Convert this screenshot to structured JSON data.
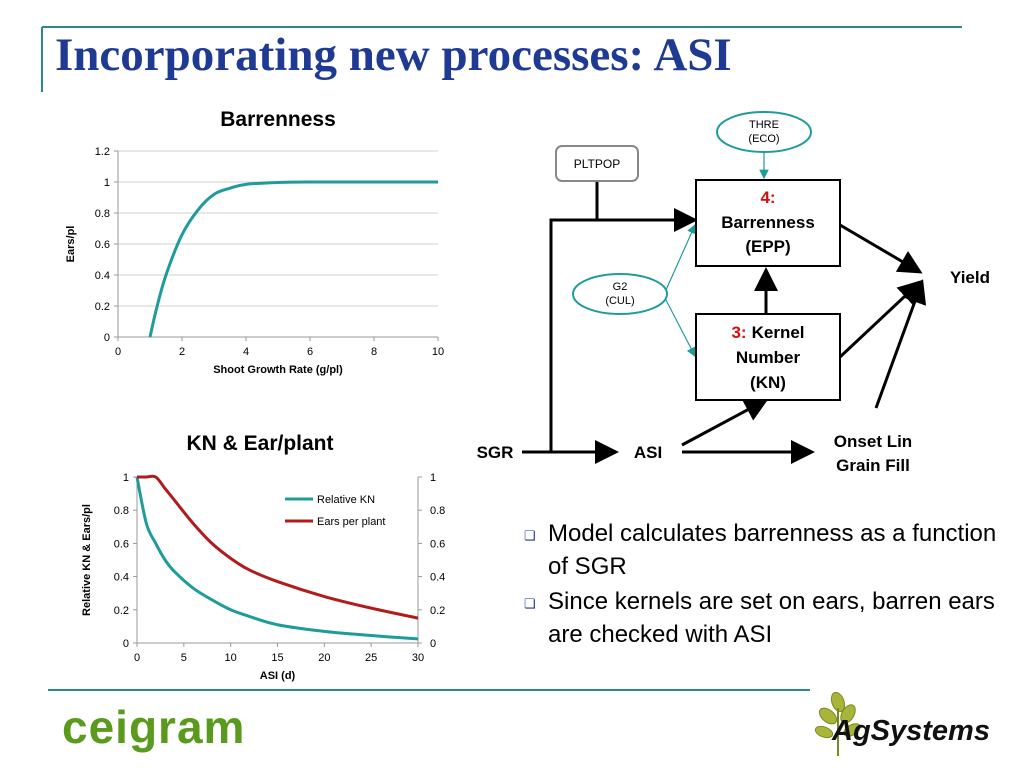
{
  "slide": {
    "title": "Incorporating new processes: ASI"
  },
  "chart_data": [
    {
      "type": "line",
      "title": "Barrenness",
      "xlabel": "Shoot Growth Rate (g/pl)",
      "ylabel": "Ears/pl",
      "xlim": [
        0,
        10
      ],
      "ylim": [
        0,
        1.2
      ],
      "x_ticks": [
        "0",
        "2",
        "4",
        "6",
        "8",
        "10"
      ],
      "y_ticks": [
        "0",
        "0.2",
        "0.4",
        "0.6",
        "0.8",
        "1",
        "1.2"
      ],
      "grid": true,
      "series": [
        {
          "x": [
            1.0,
            1.2,
            1.5,
            2.0,
            2.5,
            3.0,
            3.5,
            4.0,
            5.0,
            6.0,
            8.0,
            10.0
          ],
          "y": [
            0.0,
            0.18,
            0.4,
            0.66,
            0.82,
            0.92,
            0.96,
            0.985,
            0.997,
            1.0,
            1.0,
            1.0
          ],
          "color": "#1e9b9b"
        }
      ]
    },
    {
      "type": "line",
      "title": "KN & Ear/plant",
      "xlabel": "ASI (d)",
      "ylabel": "Relative KN & Ears/pl",
      "xlim": [
        0,
        30
      ],
      "ylim": [
        0,
        1
      ],
      "x_ticks": [
        "0",
        "5",
        "10",
        "15",
        "20",
        "25",
        "30"
      ],
      "y_ticks": [
        "0",
        "0.2",
        "0.4",
        "0.6",
        "0.8",
        "1"
      ],
      "y2_ticks": [
        "0",
        "0.2",
        "0.4",
        "0.6",
        "0.8",
        "1"
      ],
      "legend": "top-right",
      "series": [
        {
          "name": "Relative KN",
          "x": [
            0,
            1,
            2,
            3,
            4,
            6,
            8,
            10,
            12,
            15,
            20,
            25,
            30
          ],
          "y": [
            1.0,
            0.72,
            0.6,
            0.5,
            0.43,
            0.33,
            0.26,
            0.2,
            0.16,
            0.11,
            0.07,
            0.045,
            0.025
          ],
          "color": "#1e9b9b"
        },
        {
          "name": "Ears per plant",
          "x": [
            0,
            1,
            2,
            3,
            4,
            6,
            8,
            10,
            12,
            15,
            20,
            25,
            30
          ],
          "y": [
            1.0,
            1.0,
            1.0,
            0.93,
            0.86,
            0.72,
            0.6,
            0.51,
            0.44,
            0.37,
            0.28,
            0.21,
            0.15
          ],
          "color": "#b01c1c"
        }
      ]
    }
  ],
  "diagram": {
    "nodes": {
      "thre": "THRE\n(ECO)",
      "pltpop": "PLTPOP",
      "barrenness_num": "4:",
      "barrenness_label": "Barrenness\n(EPP)",
      "g2": "G2\n(CUL)",
      "kernel_num": "3:",
      "kernel_label_1": "Kernel",
      "kernel_label_2": "Number",
      "kernel_label_3": "(KN)",
      "yield": "Yield",
      "sgr": "SGR",
      "asi": "ASI",
      "onset_1": "Onset Lin",
      "onset_2": "Grain Fill"
    },
    "number_color": "#d01010"
  },
  "bullets": [
    "Model calculates barrenness as a function of SGR",
    "Since kernels are set on ears, barren ears are checked with ASI"
  ],
  "logos": {
    "left": "ceigram",
    "right": "AgSystems"
  },
  "colors": {
    "title": "#1f3a93",
    "teal": "#1e9b9b",
    "red": "#b01c1c",
    "accent_line": "#2a8a8a"
  }
}
